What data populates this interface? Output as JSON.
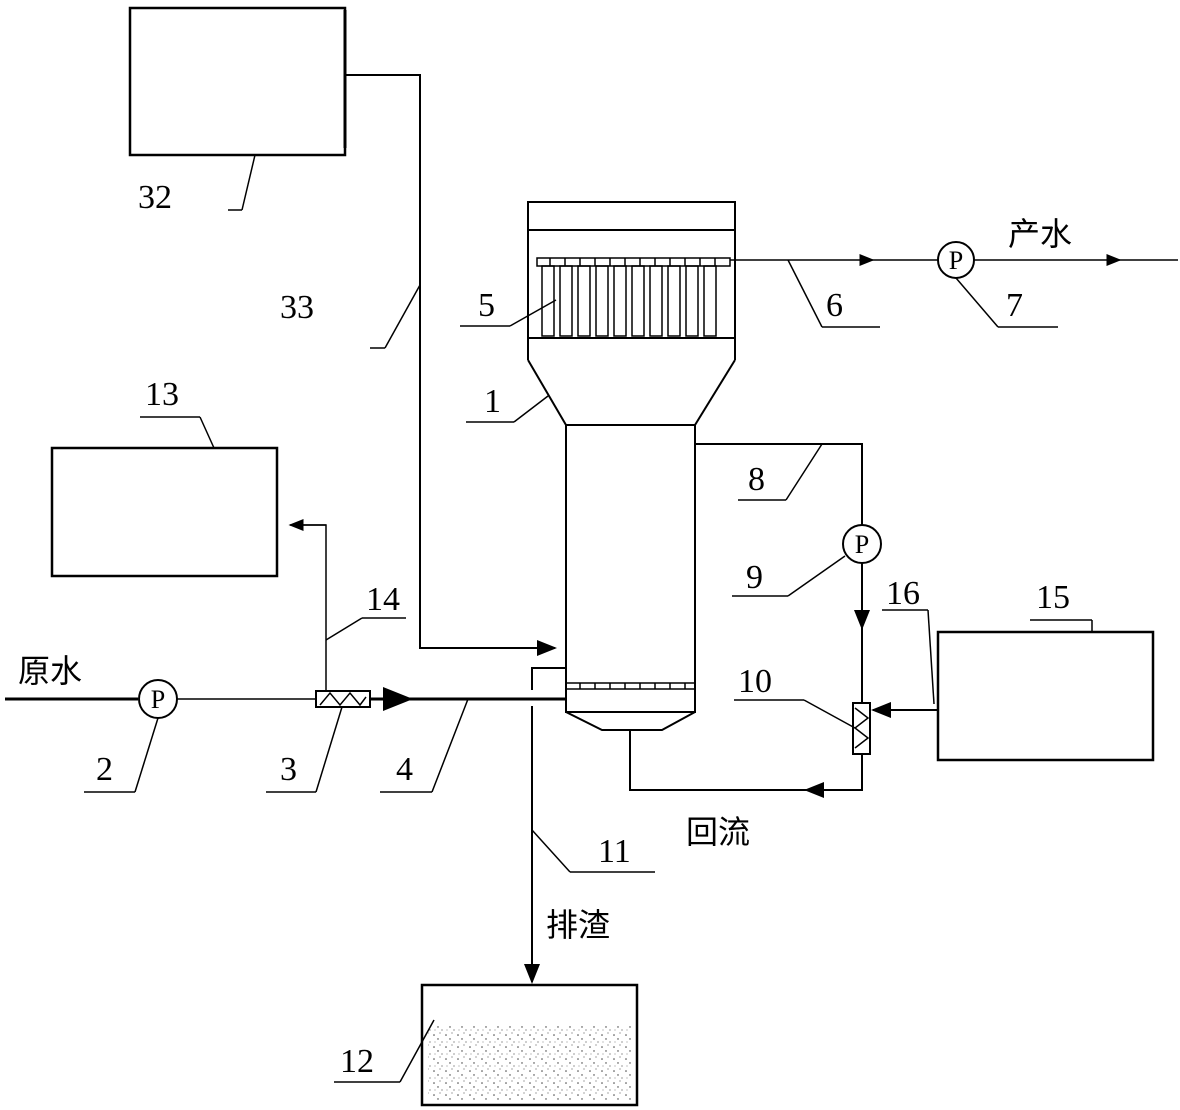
{
  "labels": {
    "n1": "1",
    "n2": "2",
    "n3": "3",
    "n4": "4",
    "n5": "5",
    "n6": "6",
    "n7": "7",
    "n8": "8",
    "n9": "9",
    "n10": "10",
    "n11": "11",
    "n12": "12",
    "n13": "13",
    "n14": "14",
    "n15": "15",
    "n16": "16",
    "n32": "32",
    "n33": "33"
  },
  "text": {
    "raw_water": "原水",
    "product_water": "产水",
    "reflux": "回流",
    "slag_discharge": "排渣"
  },
  "pump_symbol": "P",
  "icons": {
    "pump": "pump-icon",
    "static_mixer": "static-mixer-icon",
    "membrane_module": "membrane-module-icon"
  }
}
